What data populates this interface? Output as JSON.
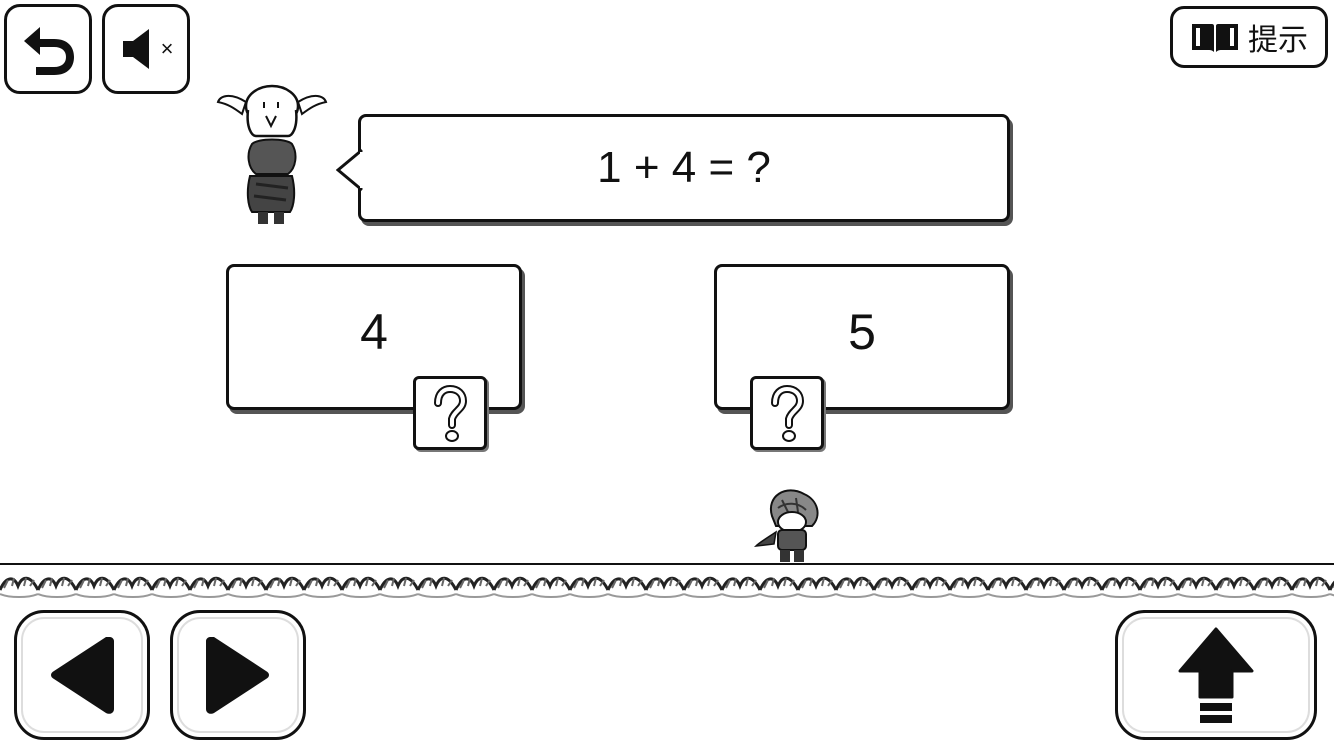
{
  "hud": {
    "back_icon": "back-arrow-icon",
    "mute_icon": "speaker-muted-icon",
    "mute_mark": "×",
    "hint_icon": "book-icon",
    "hint_label": "提示"
  },
  "question": {
    "text": "1 + 4 = ?"
  },
  "answers": [
    {
      "text": "4",
      "block_icon": "question-mark-icon"
    },
    {
      "text": "5",
      "block_icon": "question-mark-icon"
    }
  ],
  "controls": {
    "left_icon": "left-triangle-icon",
    "right_icon": "right-triangle-icon",
    "jump_icon": "up-arrow-icon"
  },
  "colors": {
    "ink": "#111111",
    "shadow": "#555555",
    "background": "#ffffff"
  }
}
